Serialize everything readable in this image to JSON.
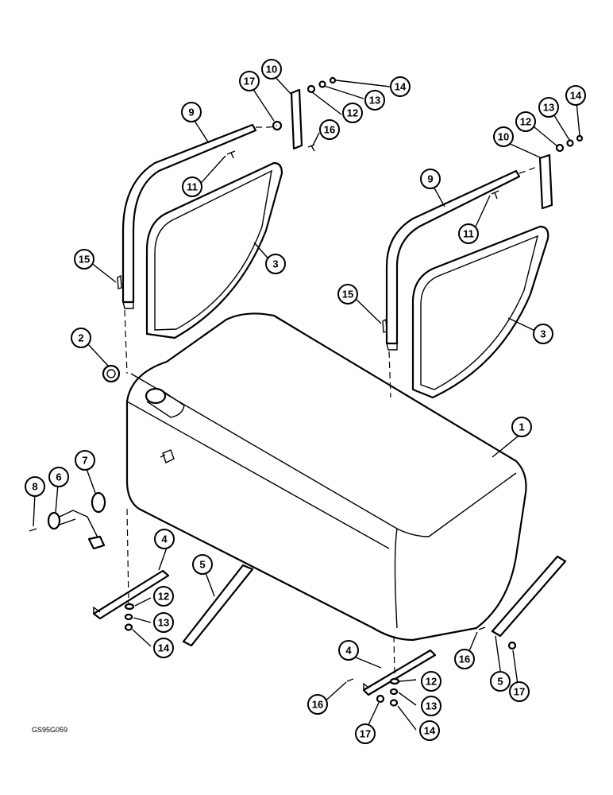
{
  "figure_code": "GS95G059",
  "callouts": [
    {
      "id": "c1",
      "label": "1"
    },
    {
      "id": "c2",
      "label": "2"
    },
    {
      "id": "c3a",
      "label": "3"
    },
    {
      "id": "c3b",
      "label": "3"
    },
    {
      "id": "c4a",
      "label": "4"
    },
    {
      "id": "c4b",
      "label": "4"
    },
    {
      "id": "c5a",
      "label": "5"
    },
    {
      "id": "c5b",
      "label": "5"
    },
    {
      "id": "c6",
      "label": "6"
    },
    {
      "id": "c7",
      "label": "7"
    },
    {
      "id": "c8",
      "label": "8"
    },
    {
      "id": "c9a",
      "label": "9"
    },
    {
      "id": "c9b",
      "label": "9"
    },
    {
      "id": "c10a",
      "label": "10"
    },
    {
      "id": "c10b",
      "label": "10"
    },
    {
      "id": "c11a",
      "label": "11"
    },
    {
      "id": "c11b",
      "label": "11"
    },
    {
      "id": "c12a",
      "label": "12"
    },
    {
      "id": "c12b",
      "label": "12"
    },
    {
      "id": "c12c",
      "label": "12"
    },
    {
      "id": "c12d",
      "label": "12"
    },
    {
      "id": "c13a",
      "label": "13"
    },
    {
      "id": "c13b",
      "label": "13"
    },
    {
      "id": "c13c",
      "label": "13"
    },
    {
      "id": "c13d",
      "label": "13"
    },
    {
      "id": "c14a",
      "label": "14"
    },
    {
      "id": "c14b",
      "label": "14"
    },
    {
      "id": "c14c",
      "label": "14"
    },
    {
      "id": "c14d",
      "label": "14"
    },
    {
      "id": "c15a",
      "label": "15"
    },
    {
      "id": "c15b",
      "label": "15"
    },
    {
      "id": "c16a",
      "label": "16"
    },
    {
      "id": "c16b",
      "label": "16"
    },
    {
      "id": "c16c",
      "label": "16"
    },
    {
      "id": "c17a",
      "label": "17"
    },
    {
      "id": "c17b",
      "label": "17"
    },
    {
      "id": "c17c",
      "label": "17"
    }
  ]
}
